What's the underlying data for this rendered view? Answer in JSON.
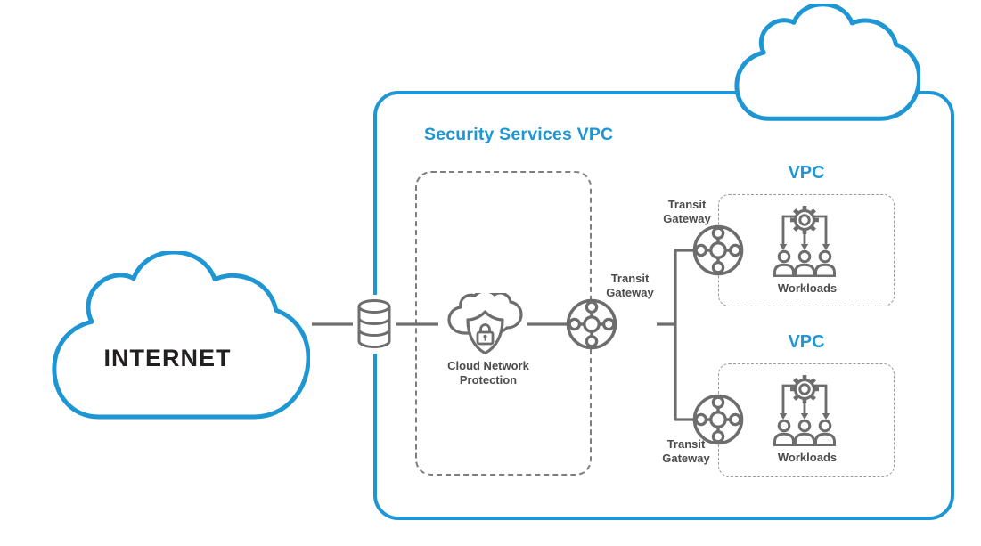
{
  "diagram": {
    "type": "network-architecture",
    "colors": {
      "accent_blue": "#1E96D3",
      "icon_gray": "#6D6D6D",
      "label_gray": "#4C4C4C",
      "internet_text": "#221F1F"
    },
    "internet": {
      "label": "INTERNET",
      "icon": "internet-cloud-icon"
    },
    "edge_gateway": {
      "icon": "database-icon"
    },
    "security_vpc": {
      "title": "Security Services VPC",
      "corner_icon": "cloud-icon",
      "protection": {
        "label": "Cloud Network Protection",
        "icon": "cloud-shield-lock-icon"
      },
      "hub_gateway": {
        "label": "Transit Gateway",
        "icon": "transit-gateway-icon"
      },
      "vpcs": [
        {
          "title": "VPC",
          "gateway": {
            "label": "Transit Gateway",
            "icon": "transit-gateway-icon"
          },
          "workloads": {
            "label": "Workloads",
            "icon": "gear-people-icon"
          }
        },
        {
          "title": "VPC",
          "gateway": {
            "label": "Transit Gateway",
            "icon": "transit-gateway-icon"
          },
          "workloads": {
            "label": "Workloads",
            "icon": "gear-people-icon"
          }
        }
      ]
    }
  }
}
